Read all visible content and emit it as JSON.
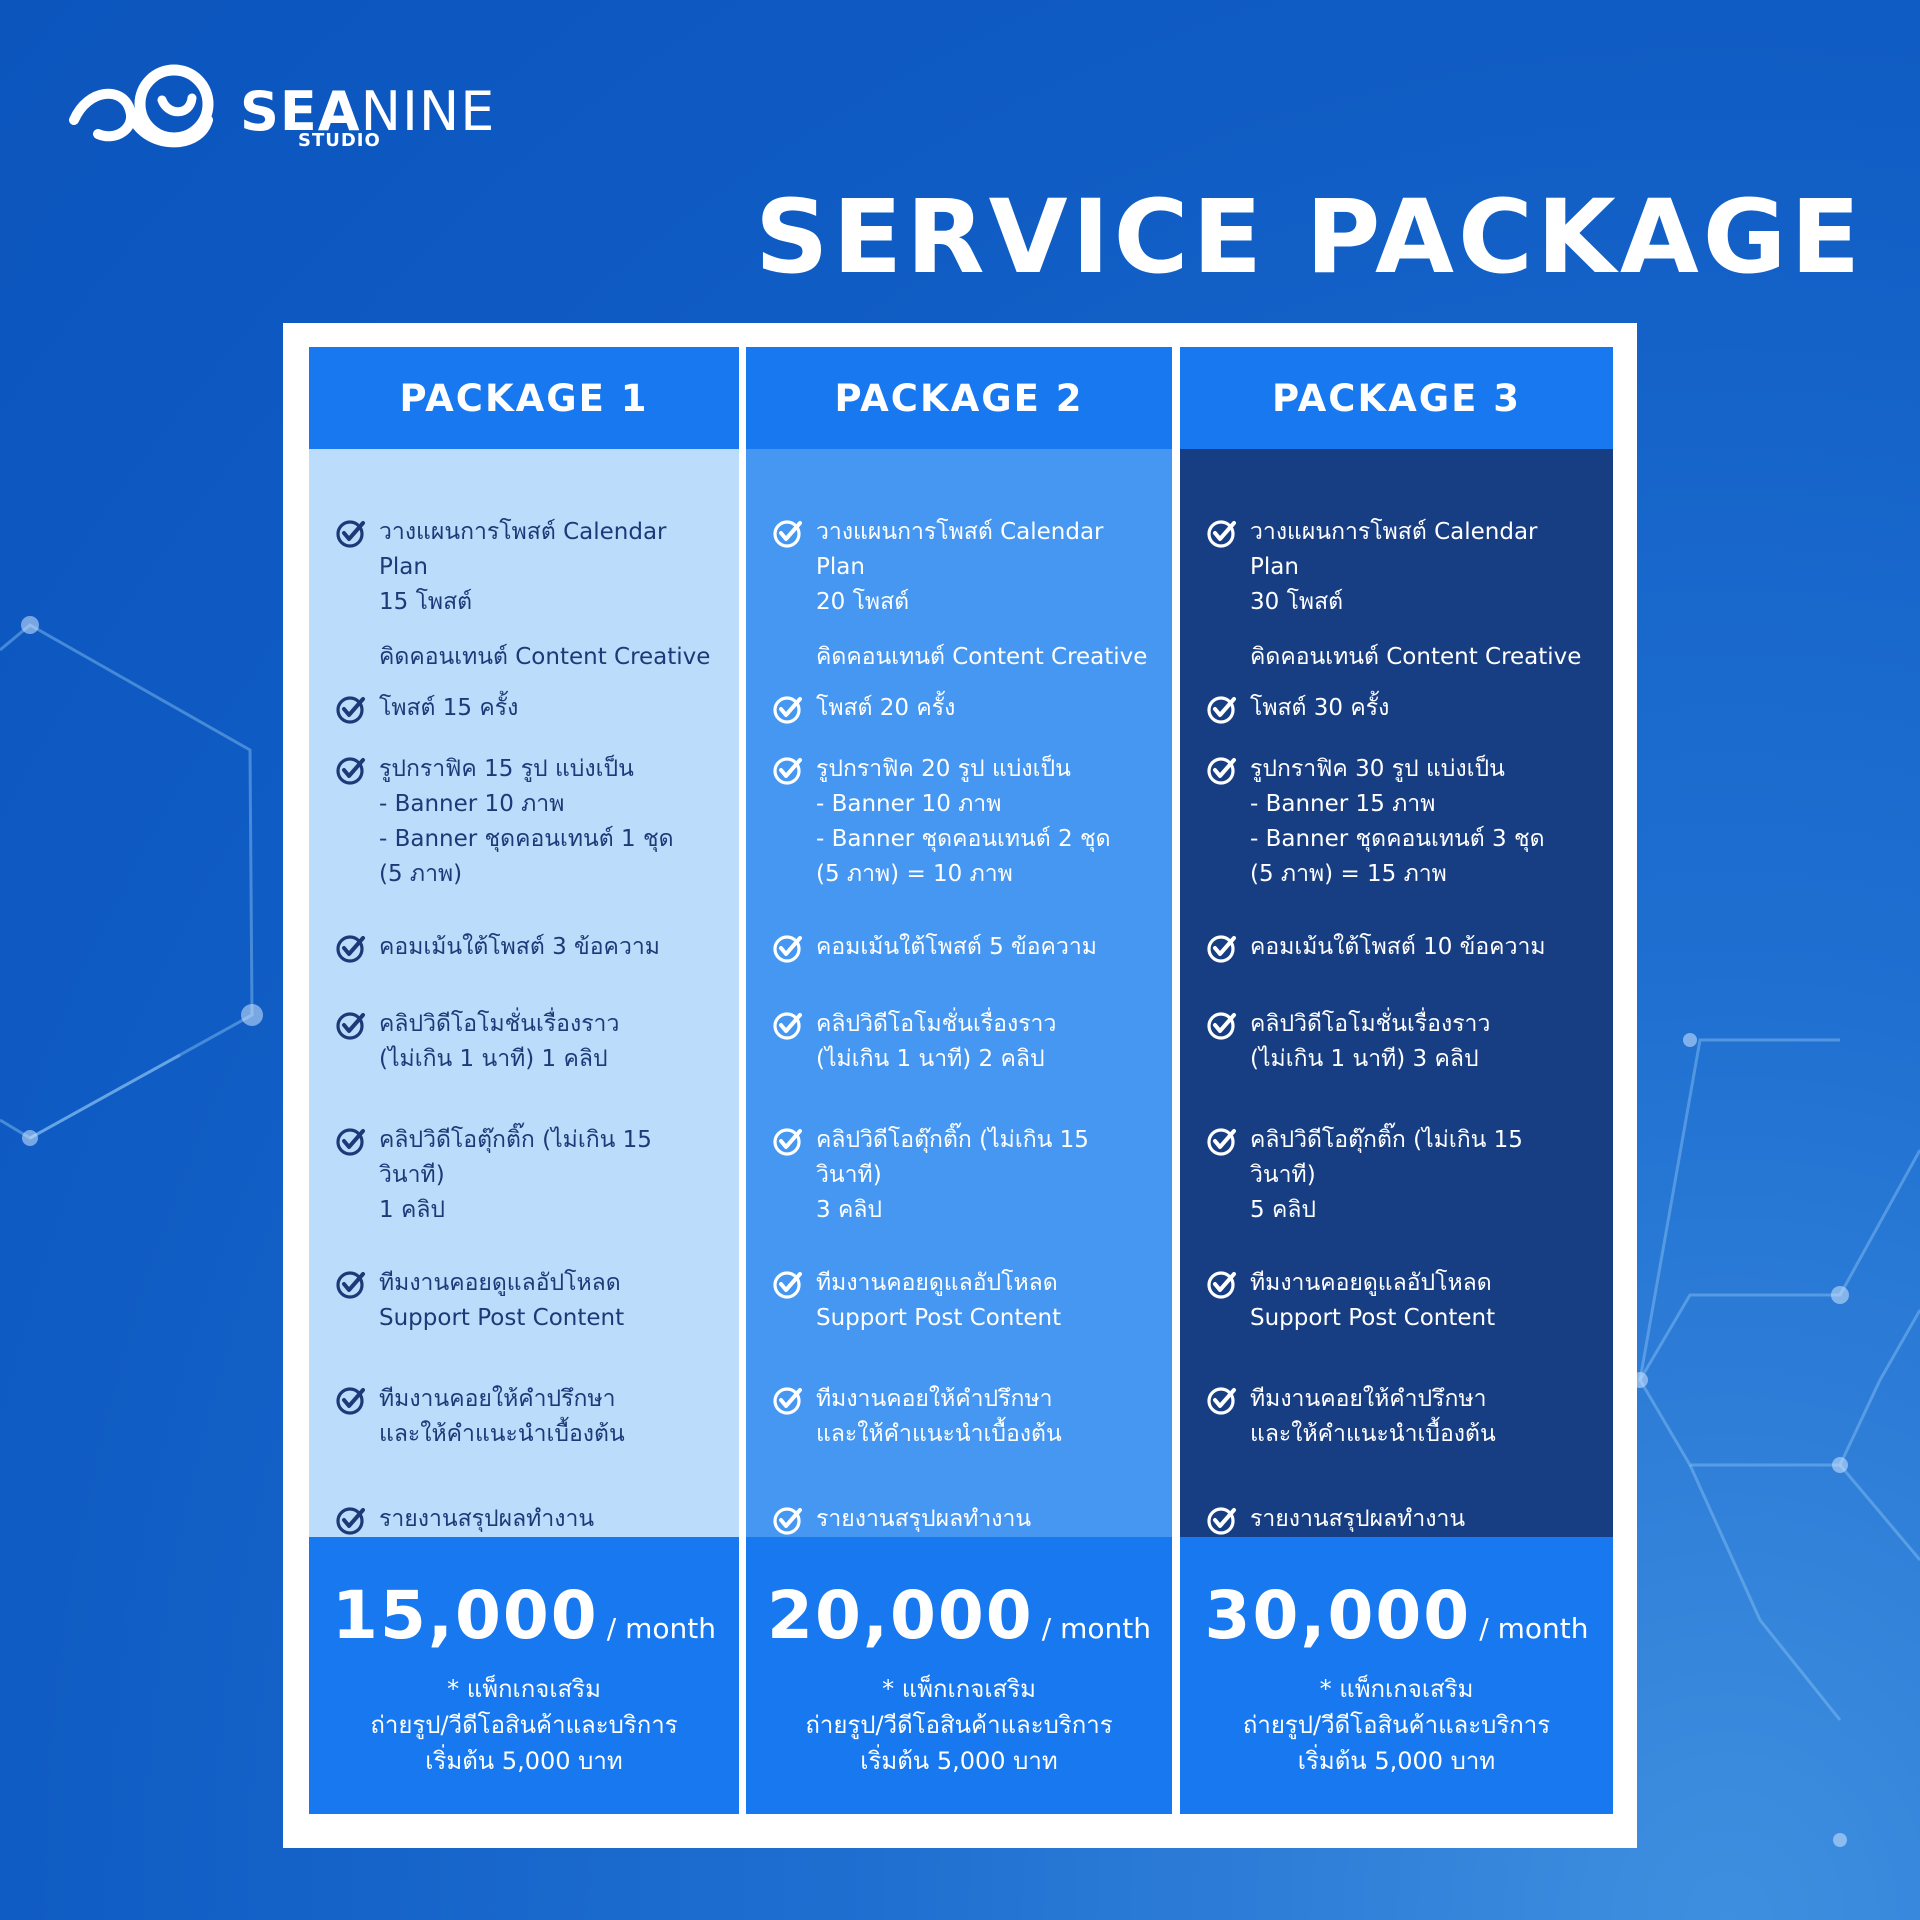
{
  "brand": {
    "sea": "SEA",
    "nine": "NINE",
    "studio": "STUDIO"
  },
  "title": "SERVICE PACKAGE",
  "packages": [
    {
      "name": "PACKAGE 1",
      "f_plan": "วางแผนการโพสต์ Calendar Plan\n15 โพสต์",
      "f_content": "คิดคอนเทนต์ Content Creative",
      "f_post": "โพสต์ 15 ครั้ง",
      "f_graphic": "รูปกราฟิค 15 รูป แบ่งเป็น\n- Banner 10 ภาพ\n- Banner ชุดคอนเทนต์ 1 ชุด\n(5 ภาพ)",
      "f_comment": "คอมเม้นใต้โพสต์ 3 ข้อความ",
      "f_promo": "คลิปวิดีโอโมชั่นเรื่องราว\n(ไม่เกิน 1 นาที) 1 คลิป",
      "f_tiktok": "คลิปวิดีโอตุ๊กติ๊ก (ไม่เกิน 15 วินาที)\n1 คลิป",
      "f_support": "ทีมงานคอยดูแลอัปโหลด\nSupport Post Content",
      "f_consult": "ทีมงานคอยให้คำปรึกษา\nและให้คำแนะนำเบื้องต้น",
      "f_report": "รายงานสรุปผลทำงาน\nReport ทาง Zoom",
      "price": "15,000",
      "per": "/ month",
      "note": "* แพ็กเกจเสริม\nถ่ายรูป/วีดีโอสินค้าและบริการ\nเริ่มต้น 5,000 บาท"
    },
    {
      "name": "PACKAGE 2",
      "f_plan": "วางแผนการโพสต์ Calendar Plan\n20 โพสต์",
      "f_content": "คิดคอนเทนต์ Content Creative",
      "f_post": "โพสต์ 20 ครั้ง",
      "f_graphic": "รูปกราฟิค 20 รูป แบ่งเป็น\n- Banner 10 ภาพ\n- Banner ชุดคอนเทนต์ 2 ชุด\n(5 ภาพ) = 10 ภาพ",
      "f_comment": "คอมเม้นใต้โพสต์ 5 ข้อความ",
      "f_promo": "คลิปวิดีโอโมชั่นเรื่องราว\n(ไม่เกิน 1 นาที) 2 คลิป",
      "f_tiktok": "คลิปวิดีโอตุ๊กติ๊ก (ไม่เกิน 15 วินาที)\n3 คลิป",
      "f_support": "ทีมงานคอยดูแลอัปโหลด\nSupport Post Content",
      "f_consult": "ทีมงานคอยให้คำปรึกษา\nและให้คำแนะนำเบื้องต้น",
      "f_report": "รายงานสรุปผลทำงาน\nReport ทาง Zoom",
      "price": "20,000",
      "per": "/ month",
      "note": "* แพ็กเกจเสริม\nถ่ายรูป/วีดีโอสินค้าและบริการ\nเริ่มต้น 5,000 บาท"
    },
    {
      "name": "PACKAGE 3",
      "f_plan": "วางแผนการโพสต์ Calendar Plan\n30 โพสต์",
      "f_content": "คิดคอนเทนต์ Content Creative",
      "f_post": "โพสต์ 30 ครั้ง",
      "f_graphic": "รูปกราฟิค 30 รูป แบ่งเป็น\n- Banner 15 ภาพ\n- Banner ชุดคอนเทนต์ 3 ชุด\n(5 ภาพ) = 15 ภาพ",
      "f_comment": "คอมเม้นใต้โพสต์ 10 ข้อความ",
      "f_promo": "คลิปวิดีโอโมชั่นเรื่องราว\n(ไม่เกิน 1 นาที) 3 คลิป",
      "f_tiktok": "คลิปวิดีโอตุ๊กติ๊ก (ไม่เกิน 15 วินาที)\n5 คลิป",
      "f_support": "ทีมงานคอยดูแลอัปโหลด\nSupport Post Content",
      "f_consult": "ทีมงานคอยให้คำปรึกษา\nและให้คำแนะนำเบื้องต้น",
      "f_report": "รายงานสรุปผลทำงาน\nReport ทาง Zoom",
      "price": "30,000",
      "per": "/ month",
      "note": "* แพ็กเกจเสริม\nถ่ายรูป/วีดีโอสินค้าและบริการ\nเริ่มต้น 5,000 บาท"
    }
  ],
  "icons": {
    "feature": "check-circle-icon",
    "logo": "wave-nine-logo-icon"
  },
  "colors": {
    "background": "#0f5cc4",
    "header": "#1778ef",
    "col1_body": "#bcdcfb",
    "col2_body": "#4597f2",
    "col3_body": "#173d83"
  }
}
